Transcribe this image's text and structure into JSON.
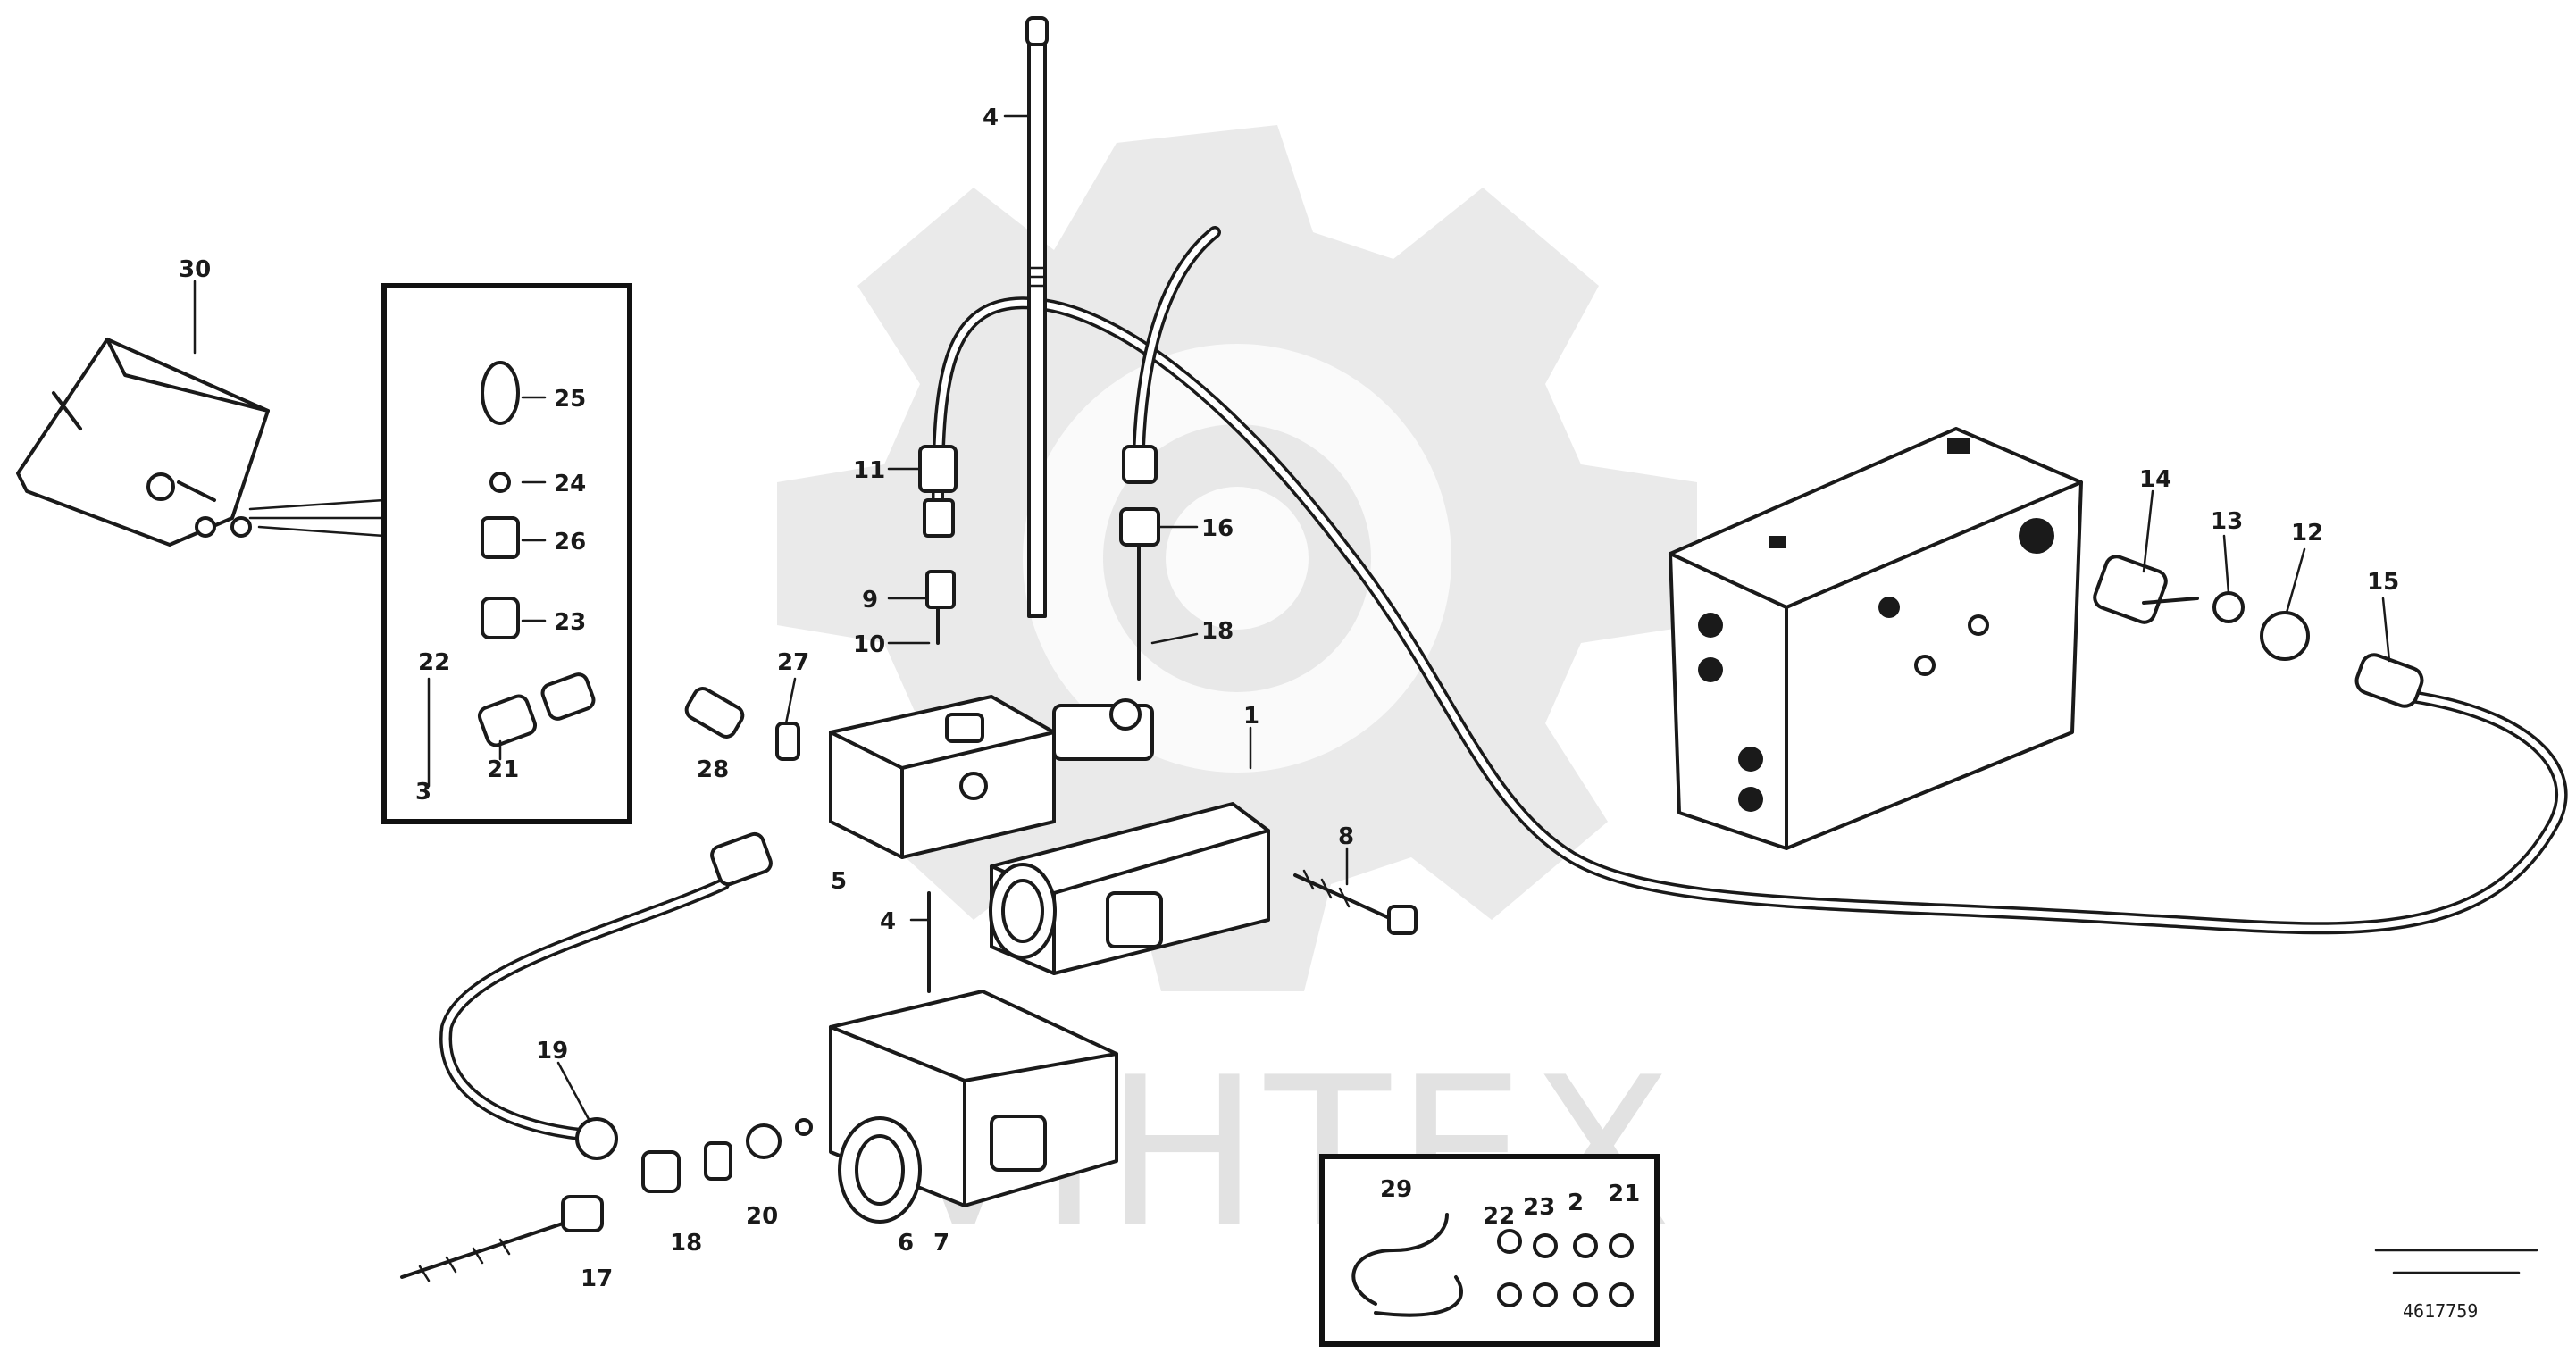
{
  "watermark": {
    "text": "VIHTEX"
  },
  "labels": {
    "l1": "1",
    "l2": "2",
    "l3": "3",
    "l4": "4",
    "l5": "5",
    "l6": "6",
    "l7": "7",
    "l8": "8",
    "l9": "9",
    "l10": "10",
    "l11": "11",
    "l12": "12",
    "l13": "13",
    "l14": "14",
    "l15": "15",
    "l16": "16",
    "l17": "17",
    "l18": "18",
    "l19": "19",
    "l20": "20",
    "l21": "21",
    "l22": "22",
    "l23": "23",
    "l24": "24",
    "l25": "25",
    "l26": "26",
    "l27": "27",
    "l28": "28",
    "l29": "29",
    "l30": "30"
  },
  "reference": {
    "code": "4617759"
  }
}
